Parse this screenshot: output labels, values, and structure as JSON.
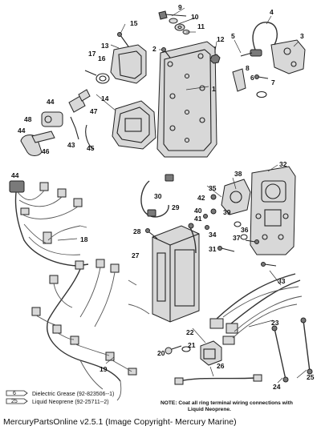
{
  "callouts": [
    "1",
    "2",
    "3",
    "4",
    "5",
    "6",
    "7",
    "8",
    "9",
    "10",
    "11",
    "12",
    "13",
    "14",
    "15",
    "16",
    "17",
    "18",
    "19",
    "20",
    "21",
    "22",
    "23",
    "24",
    "25",
    "26",
    "27",
    "28",
    "29",
    "30",
    "31",
    "32",
    "33",
    "34",
    "35",
    "36",
    "37",
    "38",
    "39",
    "40",
    "41",
    "42",
    "43",
    "44",
    "45",
    "46",
    "47",
    "48"
  ],
  "legend": {
    "grease_code": "6",
    "grease_label": "Dielectric Grease (92-823506--1)",
    "neoprene_code": "25",
    "neoprene_label": "Liquid Neoprene (92-25711--2)"
  },
  "note": {
    "line1": "NOTE: Coat all ring terminal wiring connections with",
    "line2": "Liquid Neoprene."
  },
  "footer": "MercuryPartsOnline v2.5.1 (Image Copyright- Mercury Marine)"
}
